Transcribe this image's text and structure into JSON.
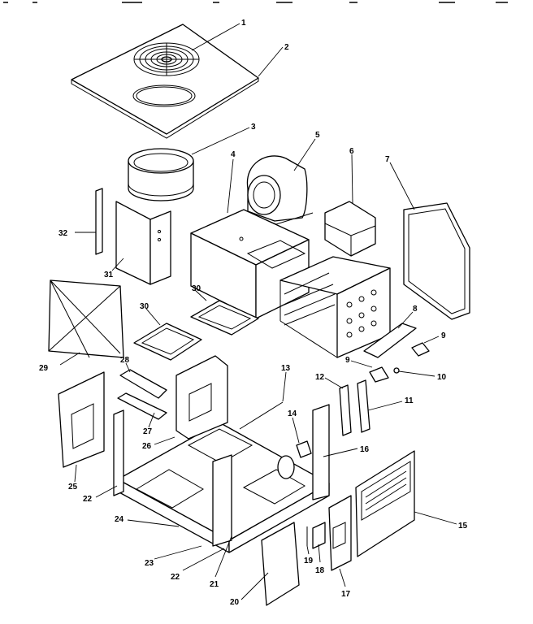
{
  "callouts": [
    "1",
    "2",
    "3",
    "4",
    "5",
    "6",
    "7",
    "8",
    "9",
    "9",
    "10",
    "11",
    "12",
    "13",
    "14",
    "15",
    "16",
    "17",
    "18",
    "19",
    "20",
    "21",
    "22",
    "22",
    "23",
    "24",
    "25",
    "26",
    "27",
    "28",
    "29",
    "30",
    "30",
    "31",
    "32"
  ]
}
